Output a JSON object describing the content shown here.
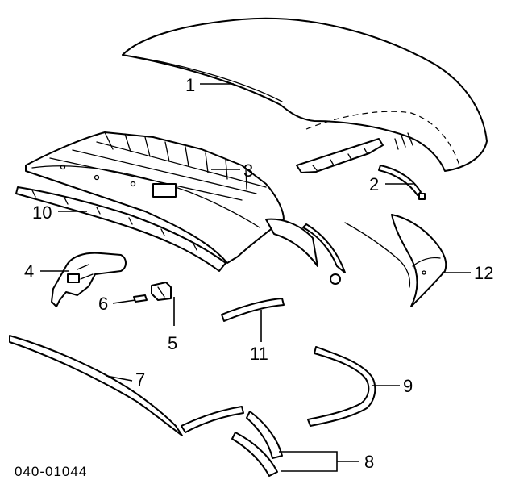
{
  "callouts": {
    "c1": "1",
    "c2": "2",
    "c3": "3",
    "c4": "4",
    "c5": "5",
    "c6": "6",
    "c7": "7",
    "c8": "8",
    "c9": "9",
    "c10": "10",
    "c11": "11",
    "c12": "12"
  },
  "diagram_code": "040-01044"
}
